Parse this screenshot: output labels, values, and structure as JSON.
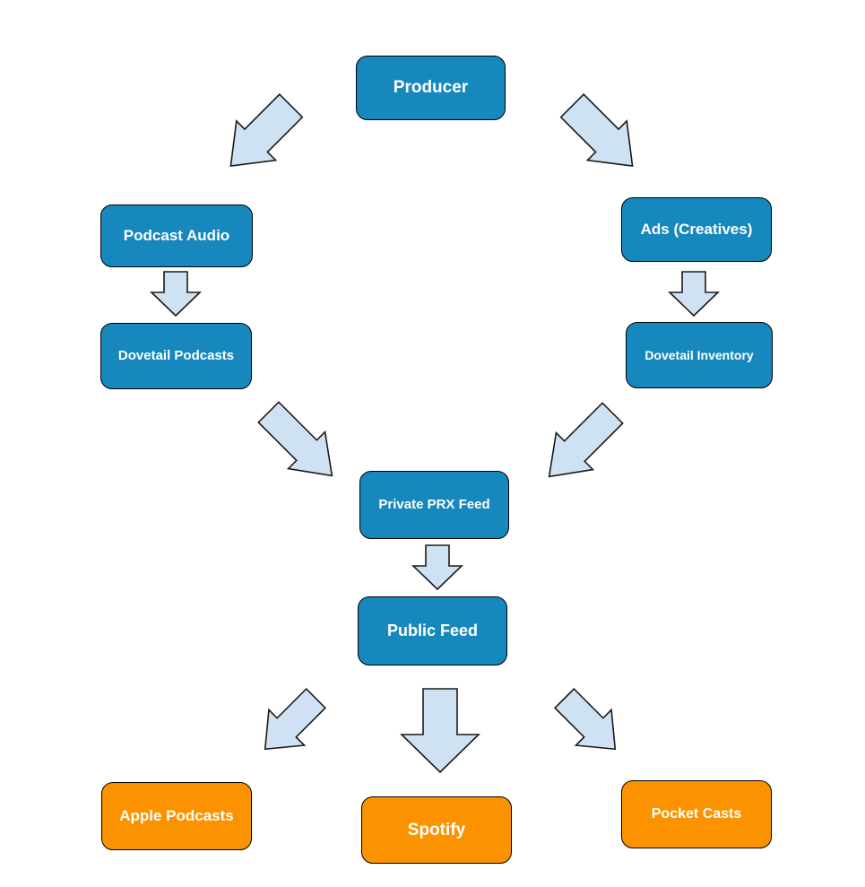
{
  "canvas": {
    "background": "#FFFFFF"
  },
  "colors": {
    "canvas_bg": "#FFFFFF",
    "node_blue": "#1688BD",
    "node_orange": "#FB9300",
    "node_border": "#000000",
    "node_text": "#FFFFFF",
    "arrow_fill": "#CFE2F3",
    "arrow_stroke": "#1A1A1A"
  },
  "nodes": [
    {
      "id": "producer",
      "label": "Producer",
      "color": "#1688BD"
    },
    {
      "id": "podcast-audio",
      "label": "Podcast Audio",
      "color": "#1688BD"
    },
    {
      "id": "ads-creatives",
      "label": "Ads (Creatives)",
      "color": "#1688BD"
    },
    {
      "id": "dovetail-podcasts",
      "label": "Dovetail Podcasts",
      "color": "#1688BD"
    },
    {
      "id": "dovetail-inventory",
      "label": "Dovetail Inventory",
      "color": "#1688BD"
    },
    {
      "id": "private-prx-feed",
      "label": "Private PRX Feed",
      "color": "#1688BD"
    },
    {
      "id": "public-feed",
      "label": "Public Feed",
      "color": "#1688BD"
    },
    {
      "id": "apple-podcasts",
      "label": "Apple Podcasts",
      "color": "#FB9300"
    },
    {
      "id": "spotify",
      "label": "Spotify",
      "color": "#FB9300"
    },
    {
      "id": "pocket-casts",
      "label": "Pocket Casts",
      "color": "#FB9300"
    }
  ],
  "edges": [
    {
      "from": "producer",
      "to": "podcast-audio",
      "direction": "down-left"
    },
    {
      "from": "producer",
      "to": "ads-creatives",
      "direction": "down-right"
    },
    {
      "from": "podcast-audio",
      "to": "dovetail-podcasts",
      "direction": "down"
    },
    {
      "from": "ads-creatives",
      "to": "dovetail-inventory",
      "direction": "down"
    },
    {
      "from": "dovetail-podcasts",
      "to": "private-prx-feed",
      "direction": "down-right"
    },
    {
      "from": "dovetail-inventory",
      "to": "private-prx-feed",
      "direction": "down-left"
    },
    {
      "from": "private-prx-feed",
      "to": "public-feed",
      "direction": "down"
    },
    {
      "from": "public-feed",
      "to": "apple-podcasts",
      "direction": "down-left"
    },
    {
      "from": "public-feed",
      "to": "spotify",
      "direction": "down"
    },
    {
      "from": "public-feed",
      "to": "pocket-casts",
      "direction": "down-right"
    }
  ]
}
